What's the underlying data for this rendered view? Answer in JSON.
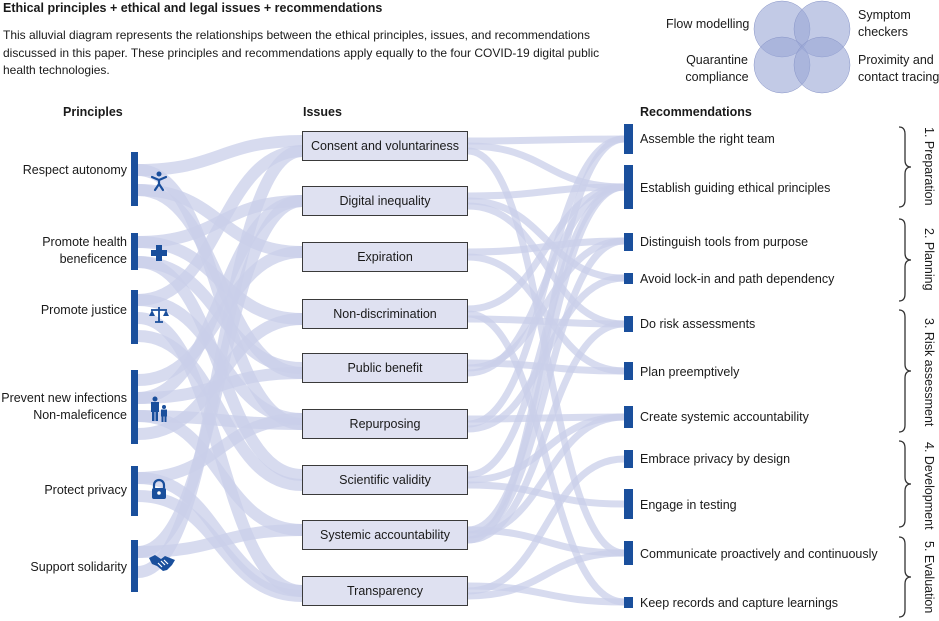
{
  "header": {
    "title": "Ethical principles + ethical and legal issues + recommendations",
    "subtitle": "This alluvial diagram represents the relationships between the ethical principles, issues, and recommendations discussed in this paper. These principles and recommendations apply equally to the four COVID-19 digital public health technologies."
  },
  "venn": {
    "flow": "Flow modelling",
    "symptom": "Symptom checkers",
    "quarantine": "Quarantine compliance",
    "proximity": "Proximity and contact tracing",
    "fill_color": "#9aa6d6"
  },
  "columns": {
    "principles": "Principles",
    "issues": "Issues",
    "recommendations": "Recommendations"
  },
  "principles": [
    {
      "label": "Respect autonomy",
      "icon": "person-icon"
    },
    {
      "label": "Promote health beneficence",
      "icon": "medical-cross-icon"
    },
    {
      "label": "Promote justice",
      "icon": "scales-icon"
    },
    {
      "label": "Prevent new infections Non-maleficence",
      "icon": "people-icon"
    },
    {
      "label": "Protect privacy",
      "icon": "padlock-icon"
    },
    {
      "label": "Support solidarity",
      "icon": "handshake-icon"
    }
  ],
  "issues": [
    "Consent and voluntariness",
    "Digital inequality",
    "Expiration",
    "Non-discrimination",
    "Public benefit",
    "Repurposing",
    "Scientific validity",
    "Systemic accountability",
    "Transparency"
  ],
  "recommendations": [
    "Assemble the right team",
    "Establish guiding ethical principles",
    "Distinguish tools from purpose",
    "Avoid lock-in and path dependency",
    "Do risk assessments",
    "Plan preemptively",
    "Create systemic accountability",
    "Embrace privacy by design",
    "Engage in testing",
    "Communicate proactively and continuously",
    "Keep records and capture learnings"
  ],
  "stages": [
    "1. Preparation",
    "2. Planning",
    "3. Risk assessment",
    "4. Development",
    "5. Evaluation"
  ],
  "colors": {
    "bar": "#1a4f9c",
    "flow": "#c9cfe9",
    "issue_box": "#dfe1f1"
  }
}
